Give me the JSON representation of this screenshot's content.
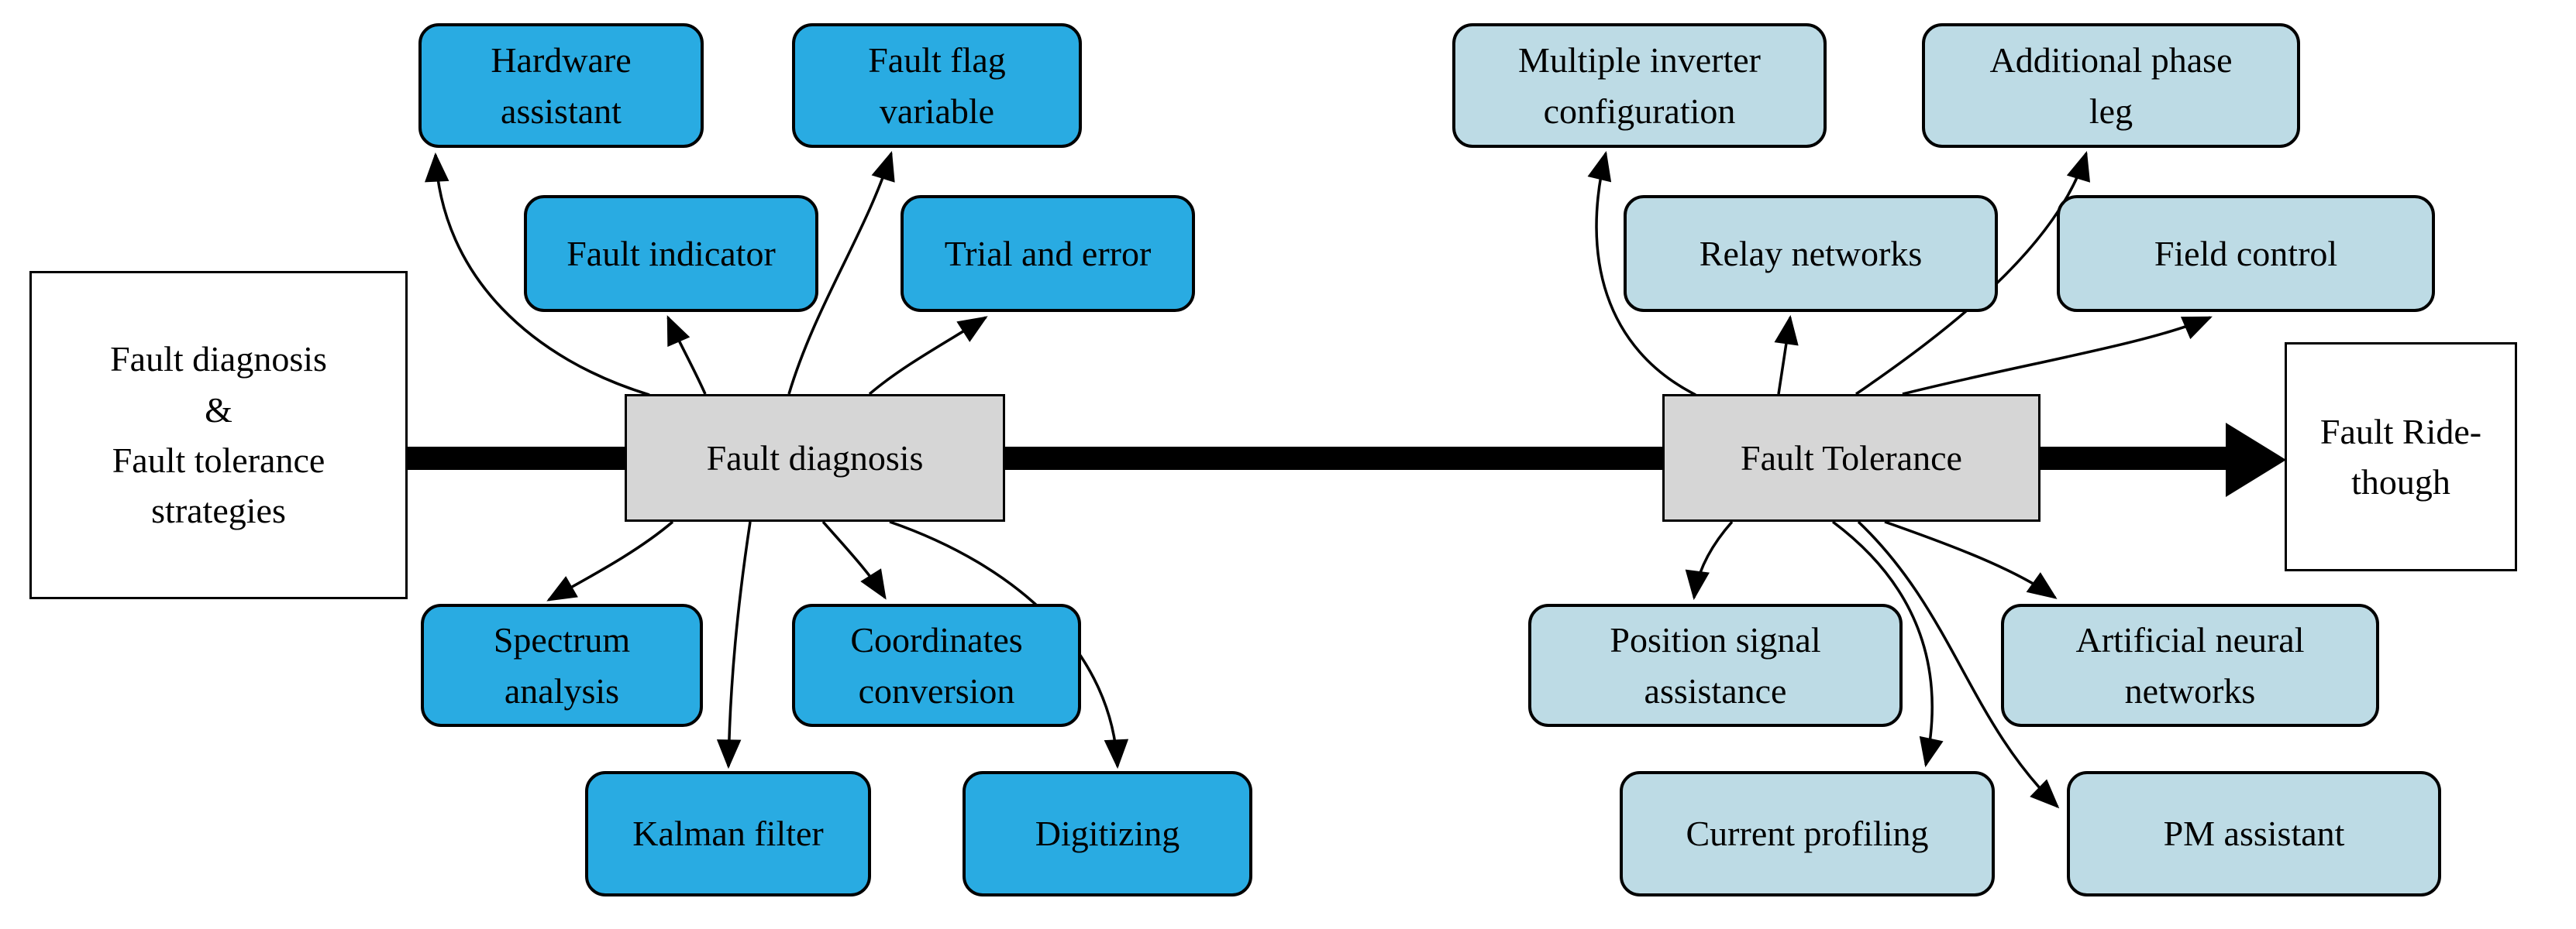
{
  "colors": {
    "method_blue": "#29ABE2",
    "method_light": "#BDDBE5",
    "stage_gray": "#D6D6D6",
    "terminal_white": "#FFFFFF",
    "line_black": "#000000"
  },
  "nodes": {
    "source": "Fault diagnosis\n&\nFault tolerance\nstrategies",
    "stage_diagnosis": "Fault diagnosis",
    "stage_tolerance": "Fault Tolerance",
    "target": "Fault Ride-\nthough",
    "diagnosis_methods": {
      "hardware_assistant": "Hardware\nassistant",
      "fault_flag_variable": "Fault flag\nvariable",
      "fault_indicator": "Fault indicator",
      "trial_and_error": "Trial and error",
      "spectrum_analysis": "Spectrum\nanalysis",
      "coordinates_conversion": "Coordinates\nconversion",
      "kalman_filter": "Kalman filter",
      "digitizing": "Digitizing"
    },
    "tolerance_methods": {
      "multiple_inverter_configuration": "Multiple inverter\nconfiguration",
      "additional_phase_leg": "Additional phase\nleg",
      "relay_networks": "Relay networks",
      "field_control": "Field control",
      "position_signal_assistance": "Position signal\nassistance",
      "artificial_neural_networks": "Artificial neural\nnetworks",
      "current_profiling": "Current profiling",
      "pm_assistant": "PM assistant"
    }
  }
}
